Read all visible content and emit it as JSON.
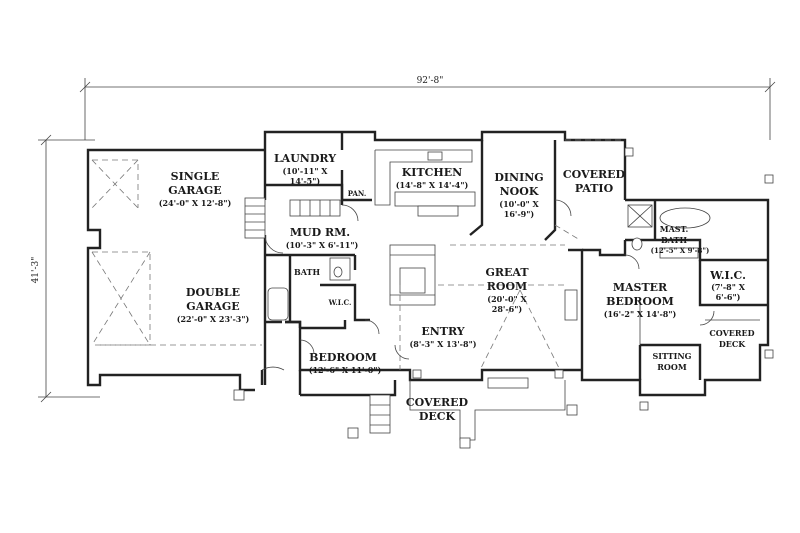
{
  "dimensions": {
    "width": "92'-8\"",
    "depth": "41'-3\""
  },
  "rooms": {
    "single_garage": {
      "name_1": "SINGLE",
      "name_2": "GARAGE",
      "size": "(24'-0\" X 12'-8\")"
    },
    "double_garage": {
      "name_1": "DOUBLE",
      "name_2": "GARAGE",
      "size": "(22'-0\" X 23'-3\")"
    },
    "laundry": {
      "name": "LAUNDRY",
      "size_1": "(10'-11\" X",
      "size_2": "14'-5\")"
    },
    "pantry": {
      "name": "PAN."
    },
    "kitchen": {
      "name": "KITCHEN",
      "size": "(14'-8\" X 14'-4\")"
    },
    "dining_nook": {
      "name_1": "DINING",
      "name_2": "NOOK",
      "size_1": "(10'-0\" X",
      "size_2": "16'-9\")"
    },
    "covered_patio": {
      "name_1": "COVERED",
      "name_2": "PATIO"
    },
    "mud_room": {
      "name": "MUD RM.",
      "size": "(10'-3\" X 6'-11\")"
    },
    "bath": {
      "name": "BATH"
    },
    "wic": {
      "name": "W.I.C."
    },
    "bedroom": {
      "name": "BEDROOM",
      "size": "(12'-6\" X 11'-0\")"
    },
    "great_room": {
      "name_1": "GREAT",
      "name_2": "ROOM",
      "size_1": "(20'-0\" X",
      "size_2": "28'-6\")"
    },
    "entry": {
      "name": "ENTRY",
      "size": "(8'-3\" X 13'-8\")"
    },
    "covered_deck": {
      "name_1": "COVERED",
      "name_2": "DECK"
    },
    "mast_bath": {
      "name_1": "MAST.",
      "name_2": "BATH",
      "size": "(12'-5\" X 9'-8\")"
    },
    "master_wic": {
      "name": "W.I.C.",
      "size_1": "(7'-8\" X",
      "size_2": "6'-6\")"
    },
    "master_bedroom": {
      "name_1": "MASTER",
      "name_2": "BEDROOM",
      "size": "(16'-2\" X 14'-8\")"
    },
    "sitting_room": {
      "name_1": "SITTING",
      "name_2": "ROOM"
    },
    "covered_deck_rear": {
      "name_1": "COVERED",
      "name_2": "DECK"
    }
  }
}
